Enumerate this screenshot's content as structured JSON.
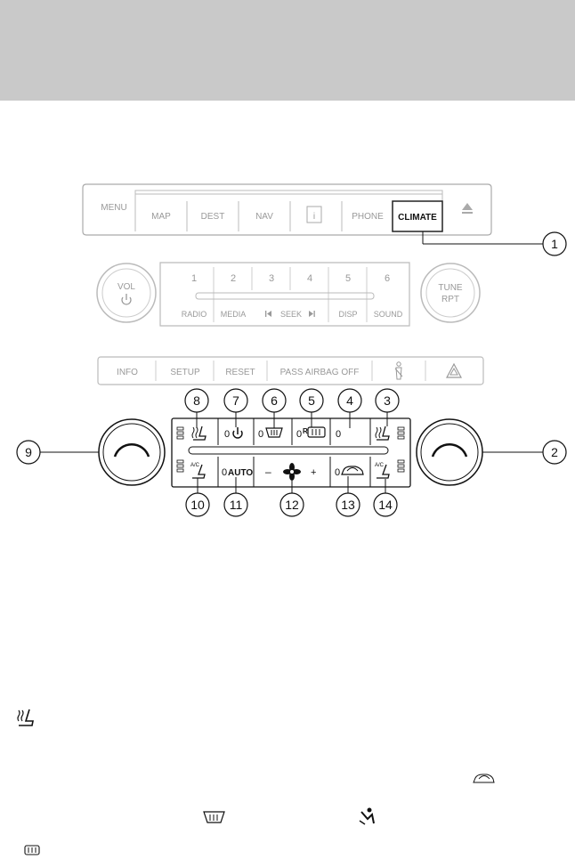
{
  "nav_bar": {
    "buttons": [
      "MENU",
      "MAP",
      "DEST",
      "NAV",
      "i",
      "PHONE",
      "CLIMATE"
    ],
    "eject_icon": "eject-icon"
  },
  "audio_panel": {
    "vol_label": "VOL",
    "power_icon": "power-icon",
    "presets": [
      "1",
      "2",
      "3",
      "4",
      "5",
      "6"
    ],
    "lower_labels": [
      "RADIO",
      "MEDIA",
      "SEEK",
      "DISP",
      "SOUND"
    ],
    "tune_label_1": "TUNE",
    "tune_label_2": "RPT"
  },
  "info_bar": {
    "buttons": [
      "INFO",
      "SETUP",
      "RESET",
      "PASS AIRBAG OFF"
    ],
    "icons": [
      "seatbelt-icon",
      "hazard-icon"
    ]
  },
  "climate_panel": {
    "top_zero_marks": [
      "0",
      "0",
      "0",
      "0"
    ],
    "auto_label": "AUTO",
    "auto_zero": "0",
    "recirc_zero": "0",
    "fan_minus": "–",
    "fan_plus": "+",
    "ac_label": "A/C",
    "rear_label": "R",
    "icons": [
      "heated-seat-icon",
      "power-icon",
      "defrost-icon",
      "rear-defrost-icon",
      "cooled-seat-icon",
      "fan-icon",
      "recirculate-icon"
    ]
  },
  "callouts": [
    "1",
    "2",
    "3",
    "4",
    "5",
    "6",
    "7",
    "8",
    "9",
    "10",
    "11",
    "12",
    "13",
    "14"
  ],
  "body_icons": [
    "heated-seat-icon",
    "recirculate-icon",
    "defrost-icon",
    "floor-vent-icon",
    "rear-defrost-icon"
  ]
}
